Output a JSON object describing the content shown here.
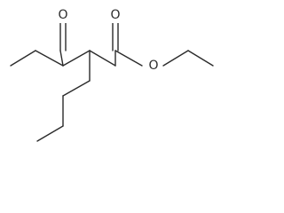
{
  "molecule": {
    "atoms": [
      {
        "id": "ketone-oxygen",
        "label": "O"
      },
      {
        "id": "ester-carbonyl-oxygen",
        "label": "O"
      },
      {
        "id": "ester-ether-oxygen",
        "label": "O"
      }
    ]
  },
  "colors": {
    "line": "#2b2b2b",
    "background": "#ffffff"
  }
}
